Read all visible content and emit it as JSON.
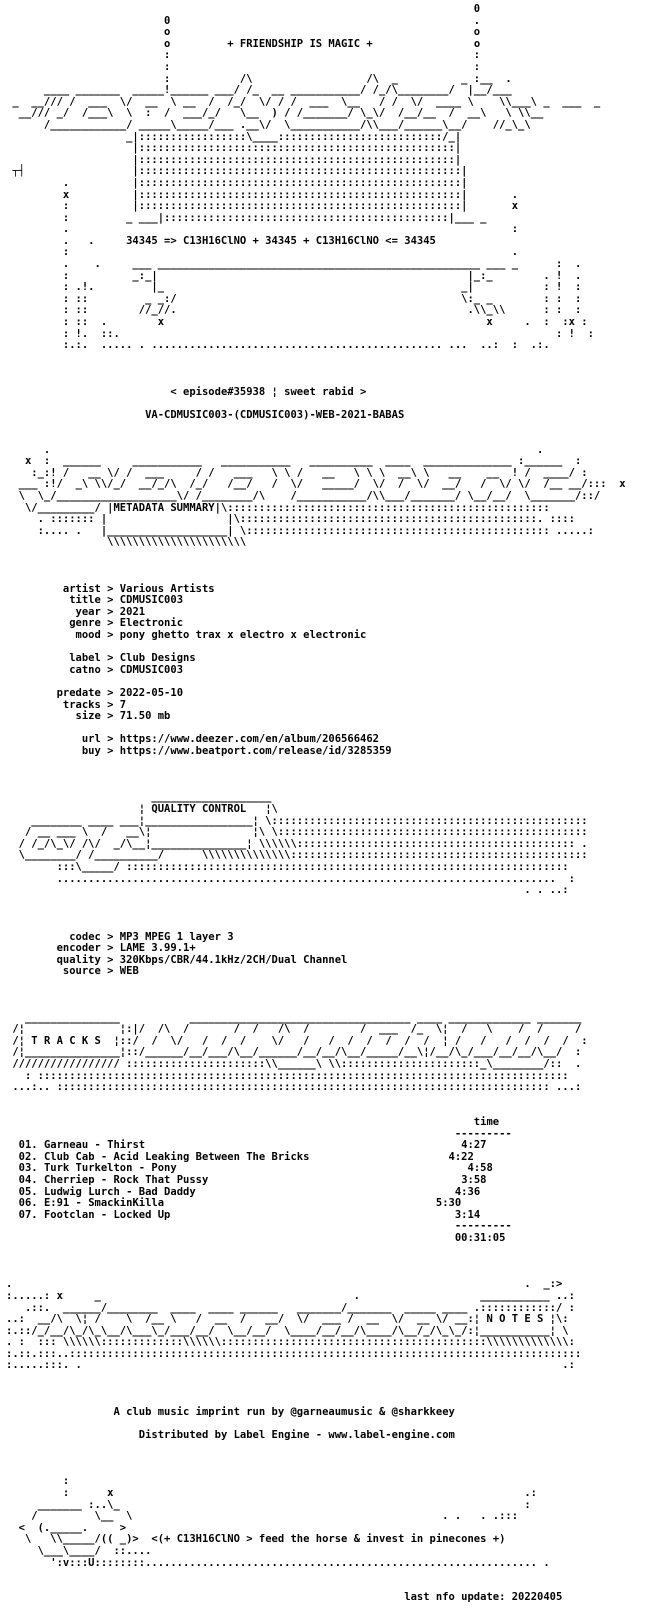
{
  "header": {
    "tagline": "+ FRIENDSHIP IS MAGIC +",
    "formula": "34345 => C13H16ClNO + 34345 + C13H16ClNO <= 34345",
    "episode": "< episode#35938 ¦ sweet rabid >",
    "release": "VA-CDMUSIC003-(CDMUSIC003)-WEB-2021-BABAS"
  },
  "sections": {
    "metadata": "METADATA SUMMARY",
    "quality": "QUALITY CONTROL",
    "tracks": "T R A C K S",
    "notes": "N O T E S"
  },
  "metadata": {
    "artist": "Various Artists",
    "title": "CDMUSIC003",
    "year": "2021",
    "genre": "Electronic",
    "mood": "pony ghetto trax x electro x electronic",
    "label": "Club Designs",
    "catno": "CDMUSIC003",
    "predate": "2022-05-10",
    "tracks": "7",
    "size": "71.50 mb",
    "url": "https://www.deezer.com/en/album/206566462",
    "buy": "https://www.beatport.com/release/id/3285359"
  },
  "quality": {
    "codec": "MP3 MPEG 1 layer 3",
    "encoder": "LAME 3.99.1+",
    "quality": "320Kbps/CBR/44.1kHz/2CH/Dual Channel",
    "source": "WEB"
  },
  "tracklist": {
    "time_header": "time",
    "tracks": [
      {
        "title": "01. Garneau - Thirst",
        "time": "4:27"
      },
      {
        "title": "02. Club Cab - Acid Leaking Between The Bricks",
        "time": "4:22"
      },
      {
        "title": "03. Turk Turkelton - Pony",
        "time": "4:58"
      },
      {
        "title": "04. Cherriep - Rock That Pussy",
        "time": "3:58"
      },
      {
        "title": "05. Ludwig Lurch - Bad Daddy",
        "time": "4:36"
      },
      {
        "title": "06. E:91 - SmackinKilla",
        "time": "5:30"
      },
      {
        "title": "07. Footclan - Locked Up",
        "time": "3:14"
      }
    ],
    "total": "00:31:05"
  },
  "notes": {
    "line1": "A club music imprint run by @garneaumusic & @sharkkeey",
    "line2": "Distributed by Label Engine - www.label-engine.com"
  },
  "footer": {
    "tagline": "<(+ C13H16ClNO > feed the horse & invest in pinecones +)",
    "update": "last nfo update: 20220405"
  }
}
